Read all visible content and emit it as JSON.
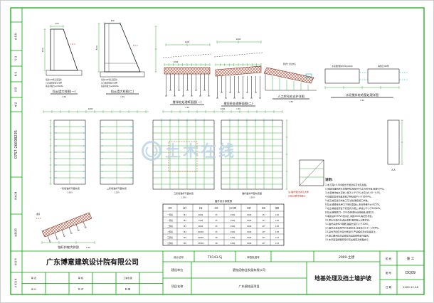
{
  "colors": {
    "frame": "#00a800",
    "grid_green": "#2fa32f",
    "hatch_red": "#b5432a",
    "hatch_cyan": "#00aebe",
    "watermark": "#b9d2e6",
    "label_red": "#c03020"
  },
  "left_strip": {
    "cells": [
      "会 签 栏",
      "专 业",
      "姓 名",
      "日 期",
      "电 话"
    ],
    "phone": "0757-26698235",
    "cells2": [
      "修改记录",
      "出图日期",
      "档 案 号",
      "共 张 第 张"
    ]
  },
  "walls": {
    "w1": {
      "top_dim": "300",
      "left_dim": "4500",
      "slope": "1:0.3",
      "notes": [
        "墙身C20毛石混凝土",
        "C15素砼垫层100厚",
        "基底承载力≥180kPa"
      ],
      "label": "挡土墙大样图(一)",
      "scale": "1:50"
    },
    "w2": {
      "top_dim": "400",
      "left_dim": "6000",
      "slope": "1:0.3",
      "notes": [
        "墙身C20毛石混凝土",
        "C15素砼垫层100厚",
        "基底承载力≥200kPa"
      ],
      "label": "挡土墙大样图(二)",
      "scale": "1:50"
    }
  },
  "piles": {
    "p1": {
      "label": "搅拌桩处理断面图(一)",
      "scale": "1:50"
    },
    "p2": {
      "label": "搅拌桩处理断面图(二)",
      "scale": "1:50"
    }
  },
  "hand_pile": {
    "note": "原状土分层夯实",
    "label": "人工挖孔桩支护详图",
    "scale": "1:50"
  },
  "cement": {
    "note1": "水泥搅拌桩Φ500@1000",
    "note2": "褥垫层300厚",
    "label": "水泥搅拌桩地基处理详图",
    "scale": "1:50"
  },
  "section_strip": {
    "label": "A-A"
  },
  "plans": {
    "p1": {
      "label": "一阶段锚杆平面布置",
      "scale": "1:200"
    },
    "p2": {
      "label": "二阶段锚杆平面布置",
      "scale": "1:200"
    },
    "p3": {
      "label": "三阶段锚杆平面布置",
      "scale": "1:200"
    },
    "p4": {
      "label": "锚杆整体平面布置图",
      "scale": "1:200"
    },
    "note1": "注:锚杆做法详见大样",
    "note2": "分段分层开挖施工"
  },
  "dims": {
    "d1000": "1000"
  },
  "notes": {
    "title": "说明:",
    "lines": [
      "1.本工程±0.000相当于绝对标高详见总图。",
      "2.地基处理采用水泥搅拌桩,桩径500,正方形布置,桩距1000。",
      "3.水泥搅拌桩水泥掺入量不小于15%,水灰比0.45~0.55。",
      "4.处理后复合地基承载力特征值不小于160kPa。",
      "5.施工前应进行成桩工艺试验,确定施工参数。",
      "6.挡土墙墙身采用C20毛石混凝土,毛石掺量不大于25%。",
      "7.挡土墙基底须置于稳定持力层上,承载力不小于180kPa。",
      "8.挡土墙每隔15~20m及转角处设伸缩缝,缝宽20。",
      "9.墙身设Φ75PVC泄水孔,间距2000,梅花形布置。",
      "10.泄水孔进口处设反滤层,墙后填土分层夯实。",
      "11.锚杆采用Φ25钢筋,锚固长度不小于3000。",
      "12.锚杆注浆采用M30水泥砂浆,注浆压力0.5~1.0MPa。",
      "13.基坑开挖应分段分层进行,严禁超挖及扰动基底土。",
      "14.施工期间应对边坡及周边建筑物进行监测。",
      "15.未尽事宜按国家现行有关规范及规程执行。"
    ]
  },
  "anchor_table": {
    "title": "锚杆设计参数表",
    "headers": [
      "部位",
      "编号",
      "长度",
      "直径",
      "水平间距",
      "排距",
      "倾角",
      "根数"
    ],
    "rows": [
      [
        "一阶段",
        "M1",
        "6000",
        "25",
        "1500",
        "1500",
        "15°",
        "126"
      ],
      [
        "一阶段",
        "M2",
        "7500",
        "25",
        "1500",
        "1500",
        "15°",
        "126"
      ],
      [
        "二阶段",
        "M3",
        "9000",
        "25",
        "1500",
        "1500",
        "20°",
        "138"
      ],
      [
        "二阶段",
        "M4",
        "10500",
        "25",
        "1500",
        "1500",
        "20°",
        "138"
      ],
      [
        "三阶段",
        "M5",
        "12000",
        "28",
        "1200",
        "1500",
        "20°",
        "152"
      ],
      [
        "三阶段",
        "M6",
        "13500",
        "28",
        "1200",
        "1500",
        "20°",
        "152"
      ]
    ]
  },
  "slope_detail": {
    "t1": "坡顶",
    "t2": "1:1.5",
    "label": "锚杆护坡大样图",
    "scale": "1:50"
  },
  "titleblock": {
    "company": "广东博意建筑设计院有限公司",
    "cert_label": "设计证号",
    "cert_value": "T9143-Sj",
    "review_label": "审查批准号",
    "series": "2009-土建",
    "client_label": "建设单位",
    "client_value": "碧桂园物业发展有限公司",
    "project_label": "项目名称",
    "project_value": "广东碧桂园项目",
    "drawing_title": "地基处理及挡土墙护坡",
    "stage_label": "阶 段",
    "stage_value": "施 工",
    "no_label": "图 号",
    "no_value": "DQ09",
    "date_label": "日 期",
    "date_value": "2009.12.28",
    "signs1": [
      "审 定",
      "审 核",
      "工种负责"
    ],
    "signs2": [
      "设 计",
      "校 对",
      "制 图"
    ]
  },
  "watermark": {
    "text": "土木在线"
  }
}
